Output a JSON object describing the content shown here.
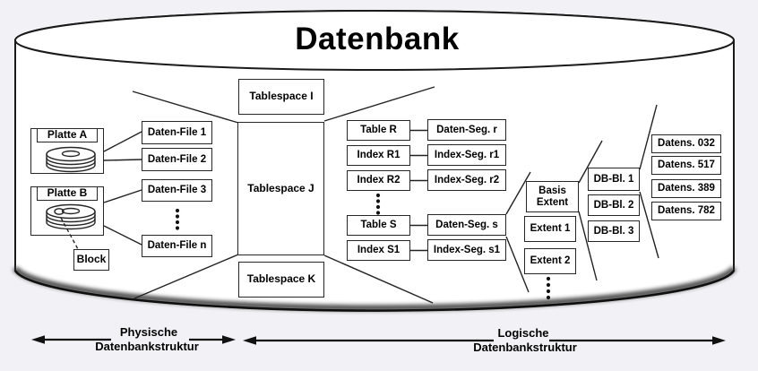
{
  "title": "Datenbank",
  "tablespaces": [
    "Tablespace I",
    "Tablespace J",
    "Tablespace K"
  ],
  "disks": [
    {
      "label": "Platte A"
    },
    {
      "label": "Platte B"
    }
  ],
  "block_label": "Block",
  "daten_files": [
    "Daten-File 1",
    "Daten-File 2",
    "Daten-File 3",
    "Daten-File n"
  ],
  "tables": [
    "Table R",
    "Index R1",
    "Index R2",
    "Table S",
    "Index S1"
  ],
  "segments": [
    "Daten-Seg. r",
    "Index-Seg. r1",
    "Index-Seg. r2",
    "Daten-Seg. s",
    "Index-Seg. s1"
  ],
  "extents": [
    "Basis Extent",
    "Extent 1",
    "Extent 2"
  ],
  "db_blocks": [
    "DB-Bl. 1",
    "DB-Bl. 2",
    "DB-Bl. 3"
  ],
  "records": [
    "Datens. 032",
    "Datens. 517",
    "Datens. 389",
    "Datens. 782"
  ],
  "physical_axis": {
    "line1": "Physische",
    "line2": "Datenbankstruktur"
  },
  "logical_axis": {
    "line1": "Logische",
    "line2": "Datenbankstruktur"
  },
  "colors": {
    "background": "#f2f2f6",
    "cylinder_fill": "#ffffff",
    "line": "#1f1f1f",
    "box_border": "#262626",
    "text": "#000000"
  }
}
